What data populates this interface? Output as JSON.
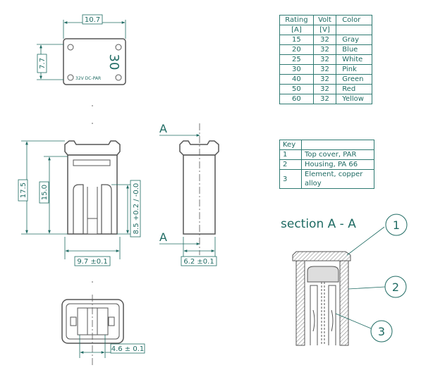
{
  "top_view": {
    "width_dim": "10.7",
    "height_dim": "7.7",
    "rating_marking": "30",
    "text_marking": "32V DC-PAR"
  },
  "front_view": {
    "height_outer_dim": "17.5",
    "height_inner_dim": "15.0",
    "blade_dim": "8.5 +0.2 / -0.0",
    "width_dim": "9.7 ±0.1"
  },
  "side_view": {
    "section_label_top": "A",
    "section_label_bottom": "A",
    "width_dim": "6.2 ±0.1"
  },
  "bottom_view": {
    "spacing_dim": "4.6 ± 0.1"
  },
  "rating_table": {
    "headers": [
      "Rating",
      "Volt",
      "Color"
    ],
    "units": [
      "[A]",
      "[V]",
      ""
    ],
    "rows": [
      [
        "15",
        "32",
        "Gray"
      ],
      [
        "20",
        "32",
        "Blue"
      ],
      [
        "25",
        "32",
        "White"
      ],
      [
        "30",
        "32",
        "Pink"
      ],
      [
        "40",
        "32",
        "Green"
      ],
      [
        "50",
        "32",
        "Red"
      ],
      [
        "60",
        "32",
        "Yellow"
      ]
    ]
  },
  "key_table": {
    "header": "Key",
    "rows": [
      [
        "1",
        "Top cover, PAR"
      ],
      [
        "2",
        "Housing, PA 66"
      ],
      [
        "3",
        "Element, copper alloy"
      ]
    ]
  },
  "section": {
    "title": "section A - A",
    "callouts": [
      "1",
      "2",
      "3"
    ]
  },
  "colors": {
    "line": "#1f6b63",
    "part": "#555555",
    "hatch": "#777777"
  }
}
